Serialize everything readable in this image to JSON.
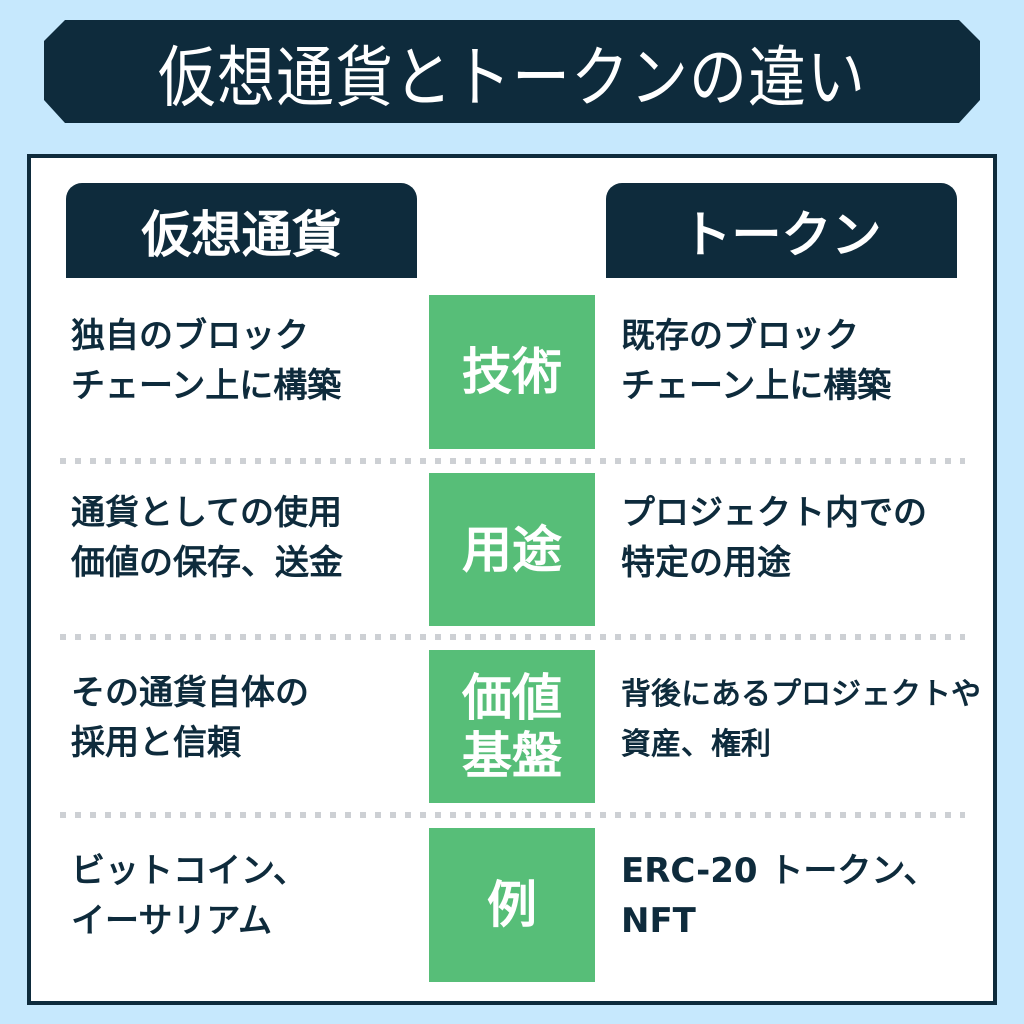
{
  "title": "仮想通貨とトークンの違い",
  "columns": {
    "left": "仮想通貨",
    "right": "トークン"
  },
  "colors": {
    "background": "#c6e8fd",
    "navy": "#0e2b3c",
    "green": "#57be78",
    "divider": "#cdd0d4"
  },
  "rows": [
    {
      "category": "技術",
      "left": "独自のブロック\nチェーン上に構築",
      "right": "既存のブロック\nチェーン上に構築"
    },
    {
      "category": "用途",
      "left": "通貨としての使用\n価値の保存、送金",
      "right": "プロジェクト内での\n特定の用途"
    },
    {
      "category": "価値\n基盤",
      "left": "その通貨自体の\n採用と信頼",
      "right": "背後にあるプロジェクトや\n資産、権利"
    },
    {
      "category": "例",
      "left": "ビットコイン、\nイーサリアム",
      "right": "ERC-20 トークン、\nNFT"
    }
  ]
}
